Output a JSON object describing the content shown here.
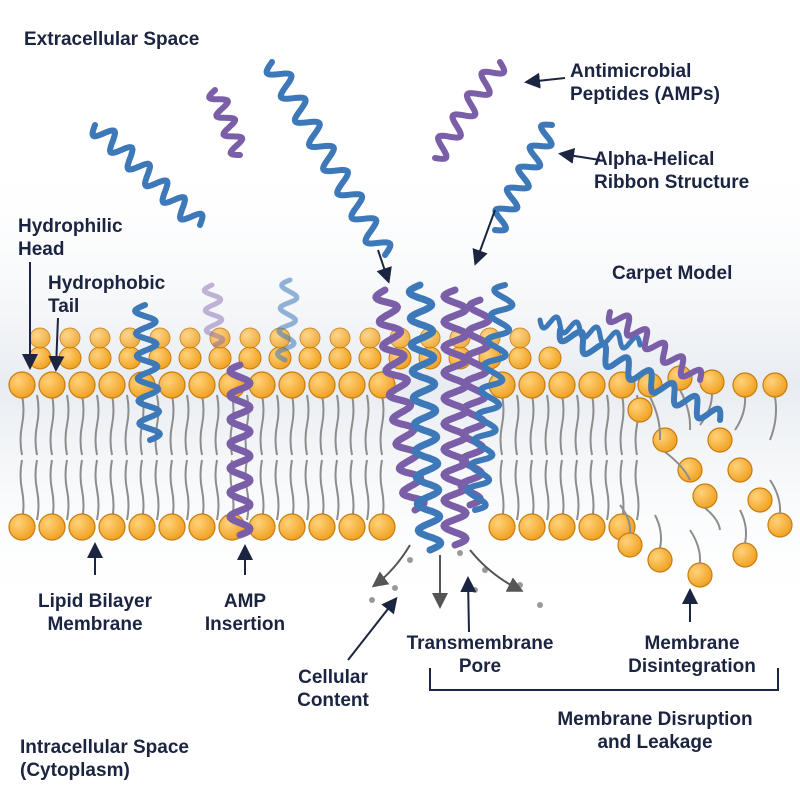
{
  "labels": {
    "extracellular": "Extracellular Space",
    "amps": [
      "Antimicrobial",
      "Peptides (AMPs)"
    ],
    "alpha_helical": [
      "Alpha-Helical",
      "Ribbon Structure"
    ],
    "hydrophilic": [
      "Hydrophilic",
      "Head"
    ],
    "hydrophobic": [
      "Hydrophobic",
      "Tail"
    ],
    "carpet": "Carpet Model",
    "lipid_bilayer": [
      "Lipid Bilayer",
      "Membrane"
    ],
    "amp_insertion": [
      "AMP",
      "Insertion"
    ],
    "transmembrane": [
      "Transmembrane",
      "Pore"
    ],
    "membrane_disintegration": [
      "Membrane",
      "Disintegration"
    ],
    "cellular_content": [
      "Cellular",
      "Content"
    ],
    "disruption": [
      "Membrane Disruption",
      "and Leakage"
    ],
    "intracellular": [
      "Intracellular Space",
      "(Cytoplasm)"
    ]
  },
  "colors": {
    "head": "#f4a92a",
    "head_edge": "#c77d10",
    "tail": "#8d8d8d",
    "helix_blue": "#3d78b8",
    "helix_purple": "#7b5ea8",
    "text": "#1b2440",
    "arrow": "#1b2440"
  },
  "icons": [
    "lipid-head-icon",
    "helix-icon",
    "arrow-icon"
  ]
}
